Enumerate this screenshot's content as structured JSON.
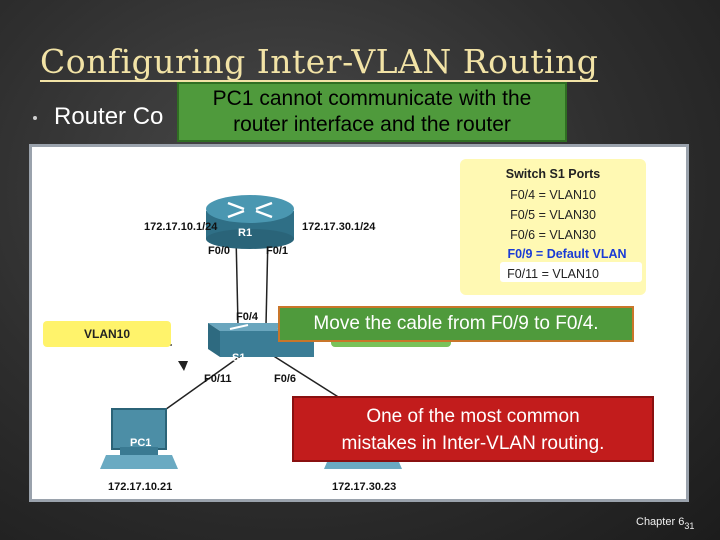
{
  "slide": {
    "title": "Configuring Inter-VLAN Routing",
    "bullet": "Router Co",
    "top_callout": [
      "PC1 cannot communicate with the",
      "router interface and the router"
    ],
    "move_callout": "Move the cable from F0/9 to F0/4.",
    "mistake_callout": [
      "One of the most common",
      "mistakes in Inter-VLAN routing."
    ],
    "footer_chapter": "Chapter 6",
    "footer_page": "31"
  },
  "diagram": {
    "router": {
      "name": "R1",
      "ip_left": "172.17.10.1/24",
      "ip_right": "172.17.30.1/24",
      "port_left": "F0/0",
      "port_right": "F0/1"
    },
    "switch": {
      "name": "S1",
      "port_uplink": "F0/4",
      "port_left": "F0/11",
      "port_right": "F0/6"
    },
    "pc1": {
      "name": "PC1",
      "ip": "172.17.10.21"
    },
    "pc2": {
      "ip": "172.17.30.23"
    },
    "vlan_label": "VLAN10",
    "switch_ports": {
      "title": "Switch S1 Ports",
      "rows": [
        "F0/4 = VLAN10",
        "F0/5 = VLAN30",
        "F0/6 = VLAN30",
        "F0/9 = Default VLAN",
        "F0/11 = VLAN10"
      ],
      "highlight_color": "#1a3bd6"
    }
  }
}
